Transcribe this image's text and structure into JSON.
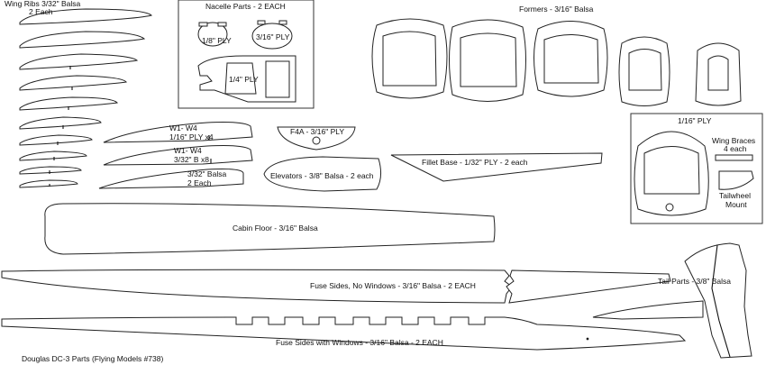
{
  "labels": {
    "wing_ribs_1": "Wing Ribs 3/32\" Balsa",
    "wing_ribs_2": "2 Each",
    "nacelle": "Nacelle Parts - 2 EACH",
    "ply_18": "1/8\" PLY",
    "ply_316": "3/16\" PLY",
    "ply_14": "1/4\" PLY",
    "formers": "Formers - 3/16\" Balsa",
    "w_a1": "W1- W4",
    "w_a2": "1/16\" PLY  x4",
    "w_b1": "W1- W4",
    "w_b2": "3/32\" B   x8",
    "balsa_332_1": "3/32\" Balsa",
    "balsa_332_2": "2 Each",
    "f4a": "F4A - 3/16\" PLY",
    "elevators": "Elevators - 3/8\" Balsa - 2 each",
    "fillet": "Fillet Base  - 1/32\" PLY - 2 each",
    "ply_116": "1/16\" PLY",
    "wing_braces_1": "Wing Braces",
    "wing_braces_2": "4 each",
    "tailwheel_1": "Tailwheel",
    "tailwheel_2": "Mount",
    "cabin_floor": "Cabin Floor - 3/16\" Balsa",
    "fuse_no_windows": "Fuse Sides, No Windows - 3/16\" Balsa - 2 EACH",
    "tail_parts": "Tail Parts - 3/8\" Balsa",
    "fuse_windows": "Fuse Sides with Windows - 3/16\" Balsa - 2 EACH",
    "caption": "Douglas DC-3 Parts (Flying Models #738)"
  }
}
